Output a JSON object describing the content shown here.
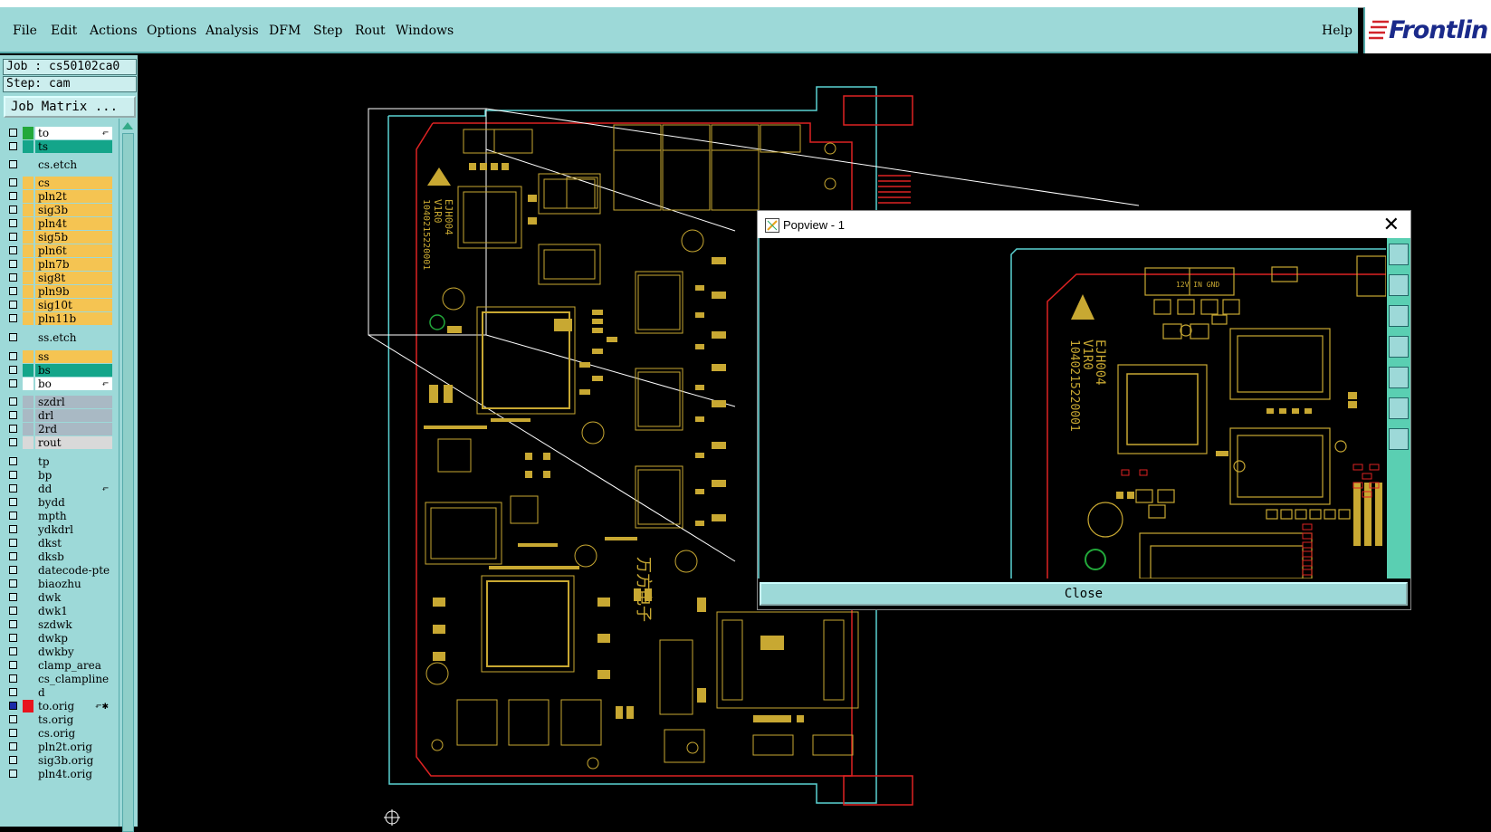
{
  "menu": {
    "items": [
      {
        "label": "File"
      },
      {
        "label": "Edit"
      },
      {
        "label": "Actions"
      },
      {
        "label": "Options"
      },
      {
        "label": "Analysis"
      },
      {
        "label": "DFM"
      },
      {
        "label": "Step"
      },
      {
        "label": "Rout"
      },
      {
        "label": "Windows"
      }
    ],
    "help_label": "Help"
  },
  "brand": {
    "logo_text": "Frontlin",
    "color": "#1a2a8a",
    "accent": "#d2232a"
  },
  "job": {
    "job_line": "Job : cs50102ca0",
    "step_line": "Step: cam",
    "matrix_button": "Job Matrix ..."
  },
  "layers": [
    {
      "name": "to",
      "color": "#ffffff",
      "swatch": "#22a83a",
      "flag": "⬐"
    },
    {
      "name": "ts",
      "color": "#14a58a",
      "swatch": "#14a58a",
      "flag": ""
    },
    {
      "name": "cs.etch",
      "color": "#9dd9d8",
      "swatch": "#9dd9d8",
      "flag": ""
    },
    {
      "name": "cs",
      "color": "#f5c452",
      "swatch": "#f5c452",
      "flag": ""
    },
    {
      "name": "pln2t",
      "color": "#f5c452",
      "swatch": "#f5c452",
      "flag": ""
    },
    {
      "name": "sig3b",
      "color": "#f5c452",
      "swatch": "#f5c452",
      "flag": ""
    },
    {
      "name": "pln4t",
      "color": "#f5c452",
      "swatch": "#f5c452",
      "flag": ""
    },
    {
      "name": "sig5b",
      "color": "#f5c452",
      "swatch": "#f5c452",
      "flag": ""
    },
    {
      "name": "pln6t",
      "color": "#f5c452",
      "swatch": "#f5c452",
      "flag": ""
    },
    {
      "name": "pln7b",
      "color": "#f5c452",
      "swatch": "#f5c452",
      "flag": ""
    },
    {
      "name": "sig8t",
      "color": "#f5c452",
      "swatch": "#f5c452",
      "flag": ""
    },
    {
      "name": "pln9b",
      "color": "#f5c452",
      "swatch": "#f5c452",
      "flag": ""
    },
    {
      "name": "sig10t",
      "color": "#f5c452",
      "swatch": "#f5c452",
      "flag": ""
    },
    {
      "name": "pln11b",
      "color": "#f5c452",
      "swatch": "#f5c452",
      "flag": ""
    },
    {
      "name": "ss.etch",
      "color": "#9dd9d8",
      "swatch": "#9dd9d8",
      "flag": ""
    },
    {
      "name": "ss",
      "color": "#f5c452",
      "swatch": "#f5c452",
      "flag": ""
    },
    {
      "name": "bs",
      "color": "#14a58a",
      "swatch": "#14a58a",
      "flag": ""
    },
    {
      "name": "bo",
      "color": "#ffffff",
      "swatch": "#ffffff",
      "flag": "⬐"
    },
    {
      "name": "szdrl",
      "color": "#a9b9c4",
      "swatch": "#a9b9c4",
      "flag": ""
    },
    {
      "name": "drl",
      "color": "#a9b9c4",
      "swatch": "#a9b9c4",
      "flag": ""
    },
    {
      "name": "2rd",
      "color": "#a9b9c4",
      "swatch": "#a9b9c4",
      "flag": ""
    },
    {
      "name": "rout",
      "color": "#d9d9d9",
      "swatch": "#d9d9d9",
      "flag": ""
    },
    {
      "name": "tp",
      "color": "#9dd9d8",
      "swatch": "#9dd9d8",
      "flag": ""
    },
    {
      "name": "bp",
      "color": "#9dd9d8",
      "swatch": "#9dd9d8",
      "flag": ""
    },
    {
      "name": "dd",
      "color": "#9dd9d8",
      "swatch": "#9dd9d8",
      "flag": "⬐"
    },
    {
      "name": "bydd",
      "color": "#9dd9d8",
      "swatch": "#9dd9d8",
      "flag": ""
    },
    {
      "name": "mpth",
      "color": "#9dd9d8",
      "swatch": "#9dd9d8",
      "flag": ""
    },
    {
      "name": "ydkdrl",
      "color": "#9dd9d8",
      "swatch": "#9dd9d8",
      "flag": ""
    },
    {
      "name": "dkst",
      "color": "#9dd9d8",
      "swatch": "#9dd9d8",
      "flag": ""
    },
    {
      "name": "dksb",
      "color": "#9dd9d8",
      "swatch": "#9dd9d8",
      "flag": ""
    },
    {
      "name": "datecode-pte",
      "color": "#9dd9d8",
      "swatch": "#9dd9d8",
      "flag": ""
    },
    {
      "name": "biaozhu",
      "color": "#9dd9d8",
      "swatch": "#9dd9d8",
      "flag": ""
    },
    {
      "name": "dwk",
      "color": "#9dd9d8",
      "swatch": "#9dd9d8",
      "flag": ""
    },
    {
      "name": "dwk1",
      "color": "#9dd9d8",
      "swatch": "#9dd9d8",
      "flag": ""
    },
    {
      "name": "szdwk",
      "color": "#9dd9d8",
      "swatch": "#9dd9d8",
      "flag": ""
    },
    {
      "name": "dwkp",
      "color": "#9dd9d8",
      "swatch": "#9dd9d8",
      "flag": ""
    },
    {
      "name": "dwkby",
      "color": "#9dd9d8",
      "swatch": "#9dd9d8",
      "flag": ""
    },
    {
      "name": "clamp_area",
      "color": "#9dd9d8",
      "swatch": "#9dd9d8",
      "flag": ""
    },
    {
      "name": "cs_clampline",
      "color": "#9dd9d8",
      "swatch": "#9dd9d8",
      "flag": ""
    },
    {
      "name": "d",
      "color": "#9dd9d8",
      "swatch": "#9dd9d8",
      "flag": ""
    },
    {
      "name": "to.orig",
      "color": "#9dd9d8",
      "swatch": "#e8141e",
      "flag": "⬐✱",
      "active": true
    },
    {
      "name": "ts.orig",
      "color": "#9dd9d8",
      "swatch": "#9dd9d8",
      "flag": ""
    },
    {
      "name": "cs.orig",
      "color": "#9dd9d8",
      "swatch": "#9dd9d8",
      "flag": ""
    },
    {
      "name": "pln2t.orig",
      "color": "#9dd9d8",
      "swatch": "#9dd9d8",
      "flag": ""
    },
    {
      "name": "sig3b.orig",
      "color": "#9dd9d8",
      "swatch": "#9dd9d8",
      "flag": ""
    },
    {
      "name": "pln4t.orig",
      "color": "#9dd9d8",
      "swatch": "#9dd9d8",
      "flag": ""
    }
  ],
  "popview": {
    "title": "Popview - 1",
    "close_label": "Close",
    "tools": [
      "zoom-fit-icon",
      "pan-up-icon",
      "pan-down-icon",
      "pan-left-icon",
      "pan-right-icon",
      "zoom-in-icon",
      "zoom-out-icon"
    ]
  },
  "board": {
    "label_part": "EJH004",
    "label_rev": "V1R0",
    "label_serial": "1040215220001",
    "label_brand": "万方电子",
    "label_power": "12V IN  GND",
    "colors": {
      "copper": "#c8a832",
      "outline": "#d22",
      "profile": "#5bd3d3",
      "zoom": "#ffffff"
    }
  }
}
